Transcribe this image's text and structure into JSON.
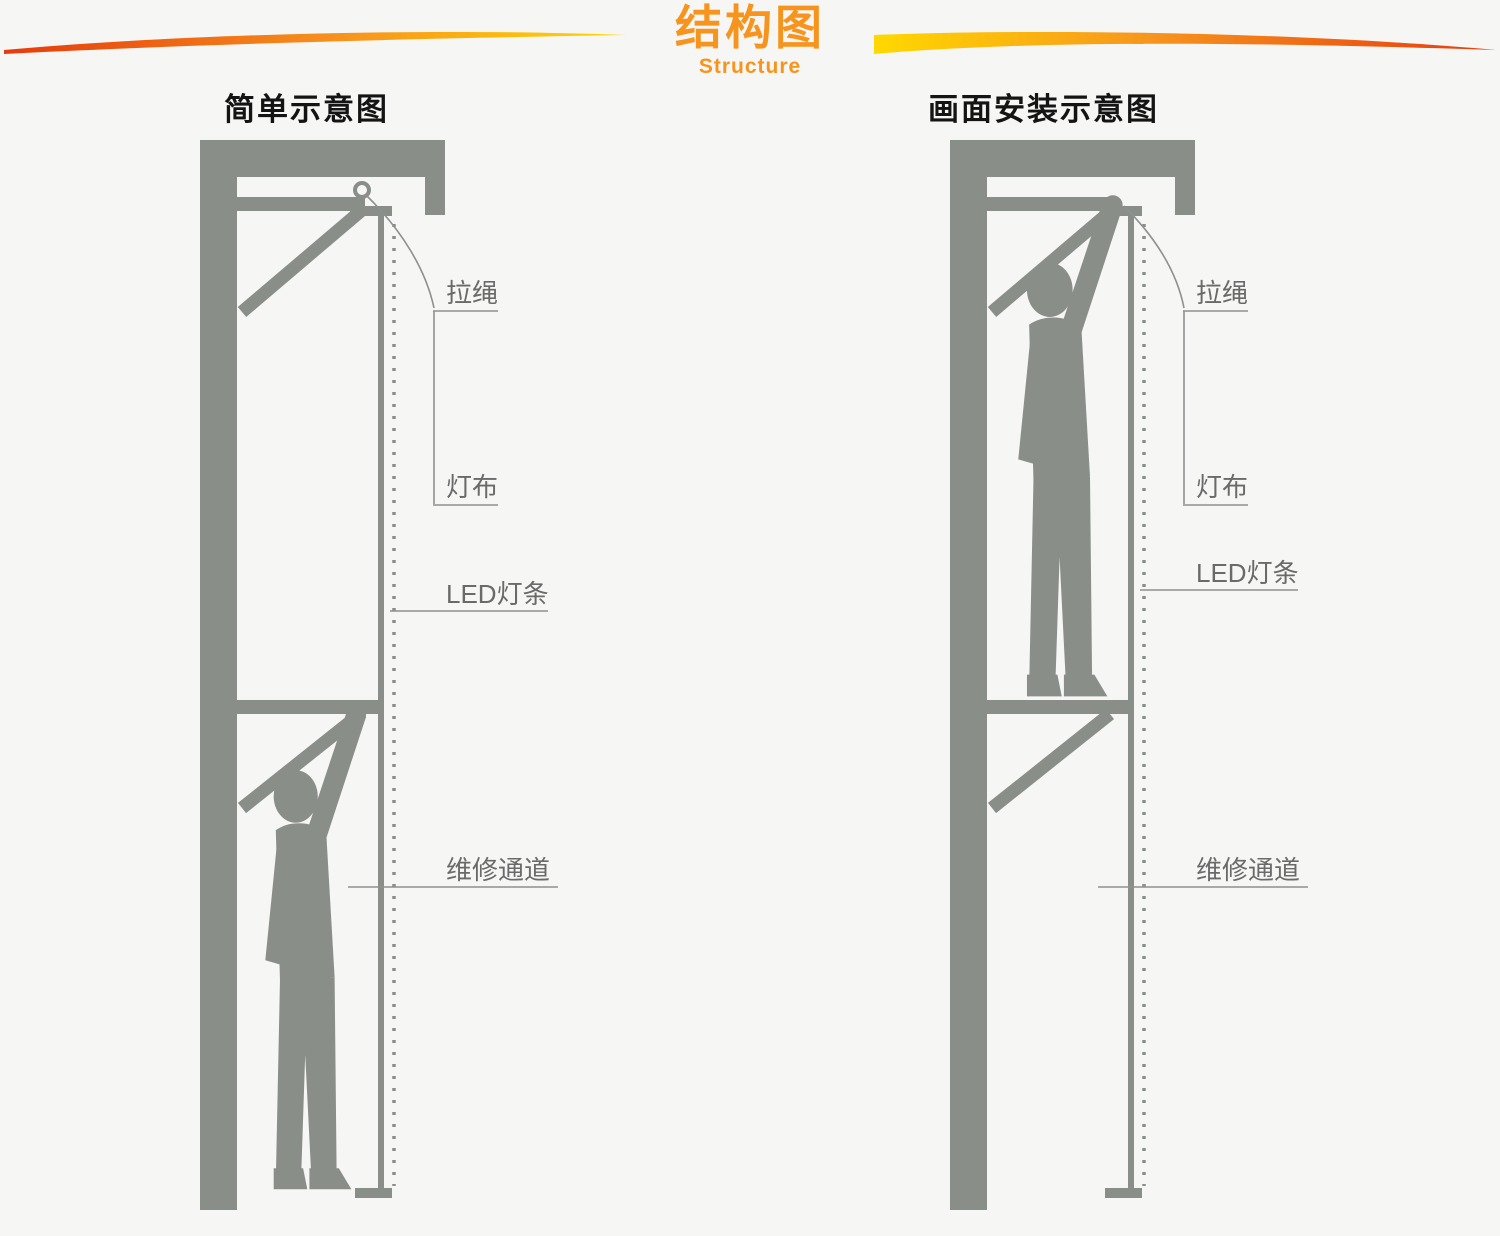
{
  "header": {
    "title": "结构图",
    "subtitle": "Structure"
  },
  "diagrams": {
    "left": {
      "title": "简单示意图",
      "labels": {
        "rope": "拉绳",
        "fabric": "灯布",
        "led_strip": "LED灯条",
        "service_channel": "维修通道"
      }
    },
    "right": {
      "title": "画面安装示意图",
      "labels": {
        "rope": "拉绳",
        "fabric": "灯布",
        "led_strip": "LED灯条",
        "service_channel": "维修通道"
      }
    }
  },
  "colors": {
    "accent_orange": "#f7941d",
    "swoosh_red": "#e63b0c",
    "swoosh_yellow": "#ffd800",
    "structure_gray": "#8a8e89",
    "label_gray": "#6a6a6a",
    "background": "#f6f6f4",
    "title_black": "#141414"
  }
}
